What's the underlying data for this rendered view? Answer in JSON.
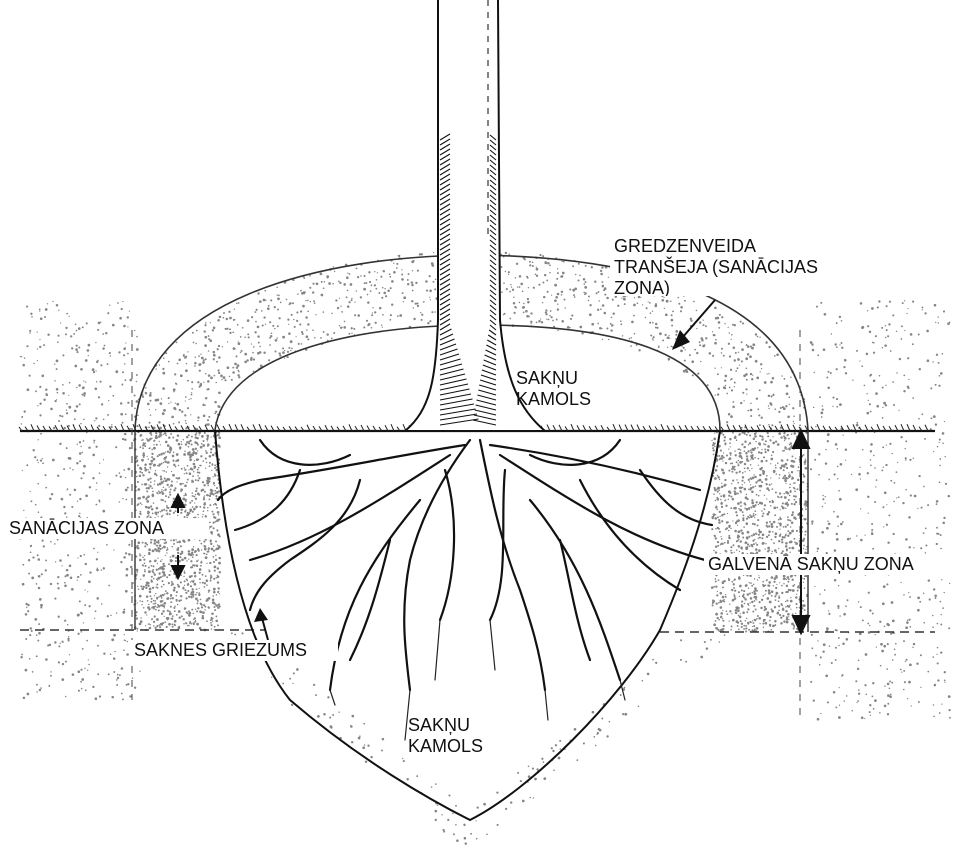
{
  "labels": {
    "trench_top": "GREDZENVEIDA\nTRANŠEJA (SANĀCIJAS\nZONA)",
    "root_ball_top": "SAKŅU\nKAMOLS",
    "remediation_zone": "SANĀCIJAS ZONA",
    "main_root_zone": "GALVENĀ SAKŅU ZONA",
    "root_cut": "SAKNES GRIEZUMS",
    "root_ball_bottom": "SAKŅU\nKAMOLS"
  },
  "colors": {
    "ink": "#111111",
    "background": "#ffffff"
  }
}
